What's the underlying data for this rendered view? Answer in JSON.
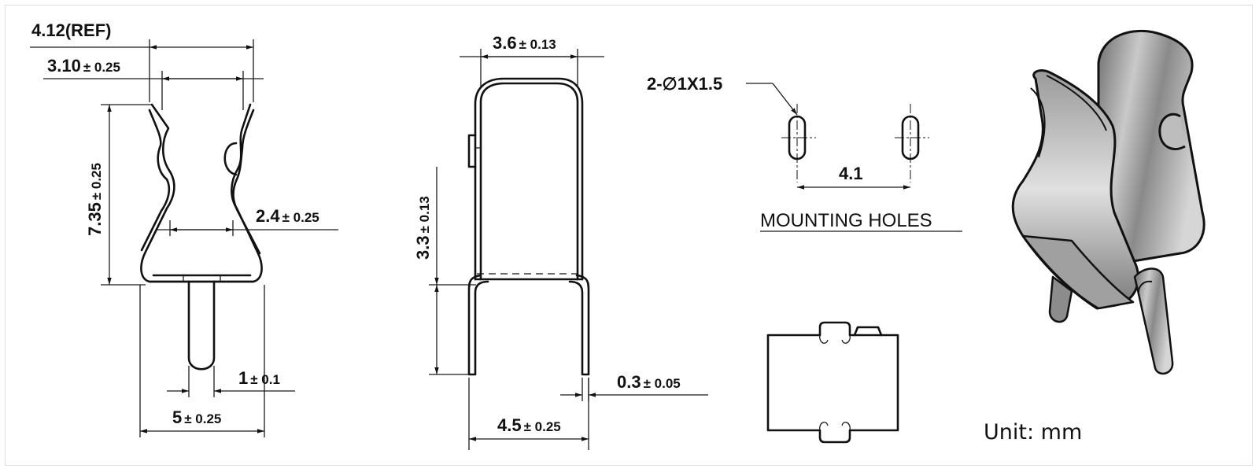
{
  "front": {
    "ref_width": "4.12(REF)",
    "top_width": {
      "main": "3.10",
      "tol": "± 0.25"
    },
    "height": {
      "main": "7.35",
      "tol": "± 0.25"
    },
    "inner_width": {
      "main": "2.4",
      "tol": "± 0.25"
    },
    "pin_width": {
      "main": "1",
      "tol": "± 0.1"
    },
    "base_width": {
      "main": "5",
      "tol": "± 0.25"
    }
  },
  "side": {
    "top_width": {
      "main": "3.6",
      "tol": "± 0.13"
    },
    "upper_height": {
      "main": "3.3",
      "tol": "± 0.13"
    },
    "thickness": {
      "main": "0.3",
      "tol": "± 0.05"
    },
    "base_width": {
      "main": "4.5",
      "tol": "± 0.25"
    }
  },
  "mounting": {
    "hole_spec": "2-∅1X1.5",
    "spacing": "4.1",
    "title": "MOUNTING HOLES"
  },
  "unit_label": "Unit: mm"
}
